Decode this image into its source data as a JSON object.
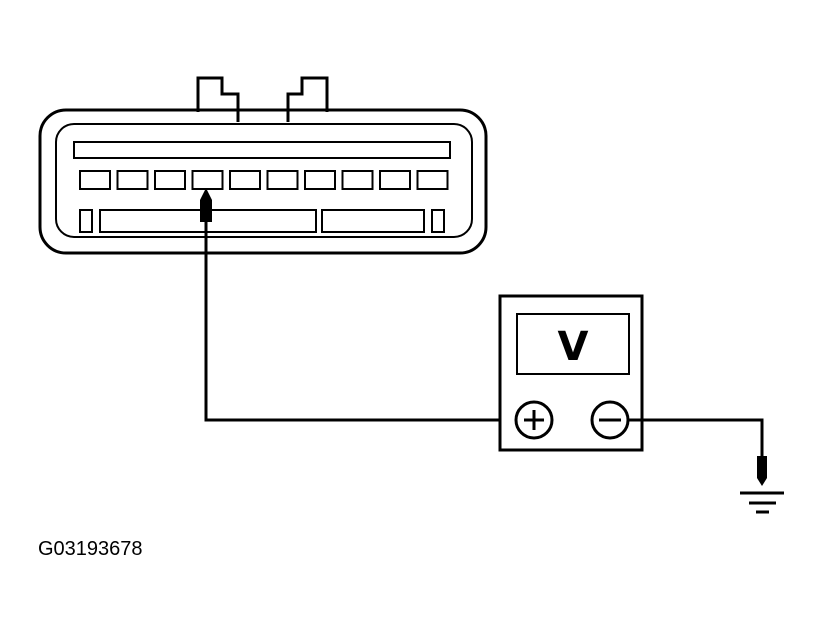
{
  "meter": {
    "label": "V",
    "positive_symbol": "+",
    "negative_symbol": "−"
  },
  "reference_code": "G03193678",
  "connector": {
    "pin_count": 10,
    "probed_pin_index": 3
  },
  "colors": {
    "stroke": "#000000",
    "background": "#ffffff"
  }
}
